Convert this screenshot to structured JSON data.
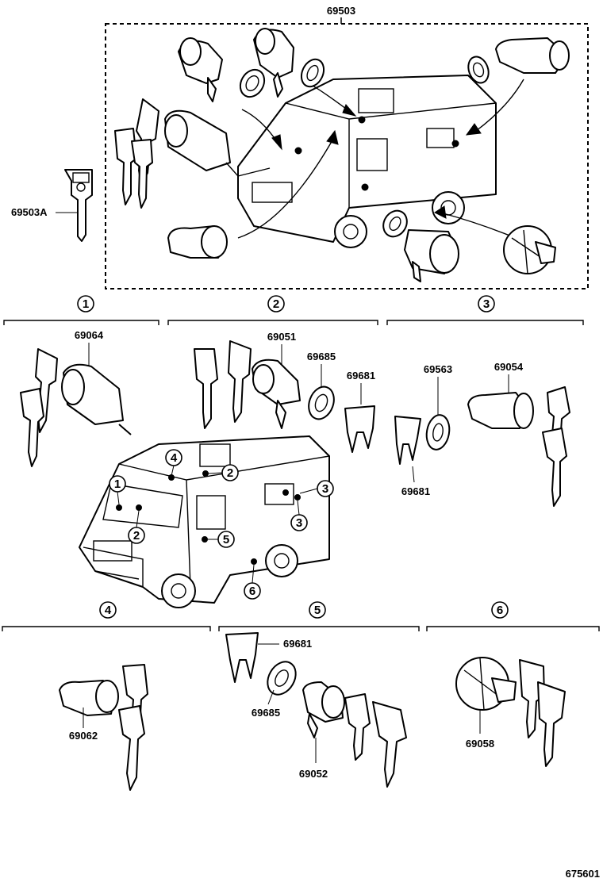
{
  "top_group": {
    "part": "69503",
    "key": "69503A"
  },
  "sections": [
    {
      "num": "1",
      "parts": [
        "69064"
      ]
    },
    {
      "num": "2",
      "parts": [
        "69051",
        "69685",
        "69681"
      ]
    },
    {
      "num": "3",
      "parts": [
        "69563",
        "69054",
        "69681"
      ]
    },
    {
      "num": "4",
      "parts": [
        "69062"
      ]
    },
    {
      "num": "5",
      "parts": [
        "69681",
        "69685",
        "69052"
      ]
    },
    {
      "num": "6",
      "parts": [
        "69058"
      ]
    }
  ],
  "van_callouts": [
    "4",
    "1",
    "2",
    "2",
    "3",
    "3",
    "5",
    "6"
  ],
  "figure_id": "675601"
}
